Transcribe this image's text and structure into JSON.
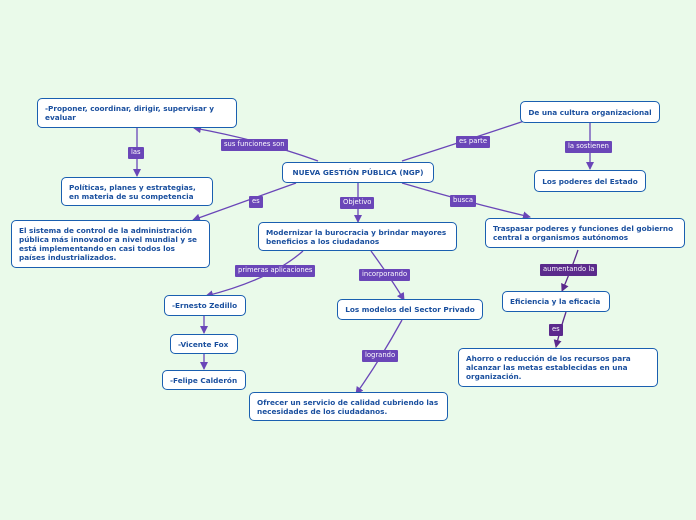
{
  "nodes": {
    "center": "NUEVA GESTIÓN PÚBLICA (NGP)",
    "proponer": "-Proponer, coordinar, dirigir, supervisar y evaluar",
    "politicas": "Políticas, planes y estrategias, en materia de su competencia",
    "sistema": "El sistema de control de la administración pública más innovador a nivel mundial y se está implementando en casi todos los países industrializados.",
    "modernizar": "Modernizar la burocracia y brindar mayores beneficios a los ciudadanos",
    "cultura": "De una cultura organizacional",
    "poderes": "Los poderes del Estado",
    "traspasar": "Traspasar poderes y funciones del gobierno central a organismos autónomos",
    "zedillo": "-Ernesto Zedillo",
    "fox": "-Vicente Fox",
    "calderon": "-Felipe Calderón",
    "modelos": "Los modelos del Sector Privado",
    "servicio": "Ofrecer un servicio de calidad cubriendo las necesidades de los ciudadanos.",
    "eficiencia": "Eficiencia y la eficacia",
    "ahorro": "Ahorro o reducción de los recursos para alcanzar las metas establecidas en una organización."
  },
  "labels": {
    "sus_funciones": "sus funciones son",
    "las": "las",
    "es_parte": "es parte",
    "la_sostienen": "la sostienen",
    "es_left": "es",
    "objetivo": "Objetivo",
    "busca": "busca",
    "primeras": "primeras aplicaciones",
    "incorporando": "incorporando",
    "aumentando": "aumentando la",
    "logrando": "logrando",
    "es_right": "es"
  },
  "colors": {
    "background": "#eafaea",
    "node_border": "#1a5fb0",
    "node_text": "#1a4f9e",
    "connector": "#6a46b8",
    "connector_dark": "#5b2a8c",
    "label_text": "#ffffff"
  }
}
